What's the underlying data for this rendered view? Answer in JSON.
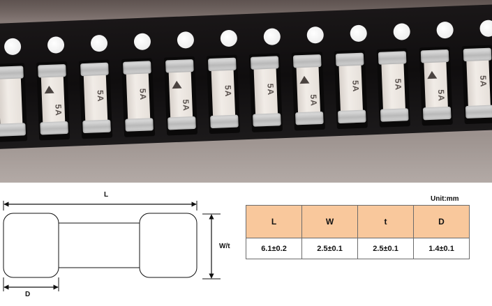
{
  "photo": {
    "fuses": [
      {
        "marking": ""
      },
      {
        "marking": "5A"
      },
      {
        "marking": "5A"
      },
      {
        "marking": "5A"
      },
      {
        "marking": "5A"
      },
      {
        "marking": "5A"
      },
      {
        "marking": "5A"
      },
      {
        "marking": "5A"
      },
      {
        "marking": "5A"
      },
      {
        "marking": "5A"
      },
      {
        "marking": "5A"
      },
      {
        "marking": "5A"
      }
    ]
  },
  "diagram": {
    "length_label": "L",
    "width_label": "W/t",
    "cap_label": "D"
  },
  "spec": {
    "unit": "Unit:mm",
    "headers": [
      "L",
      "W",
      "t",
      "D"
    ],
    "values": [
      "6.1±0.2",
      "2.5±0.1",
      "2.5±0.1",
      "1.4±0.1"
    ],
    "header_color": "#f9c89c"
  }
}
